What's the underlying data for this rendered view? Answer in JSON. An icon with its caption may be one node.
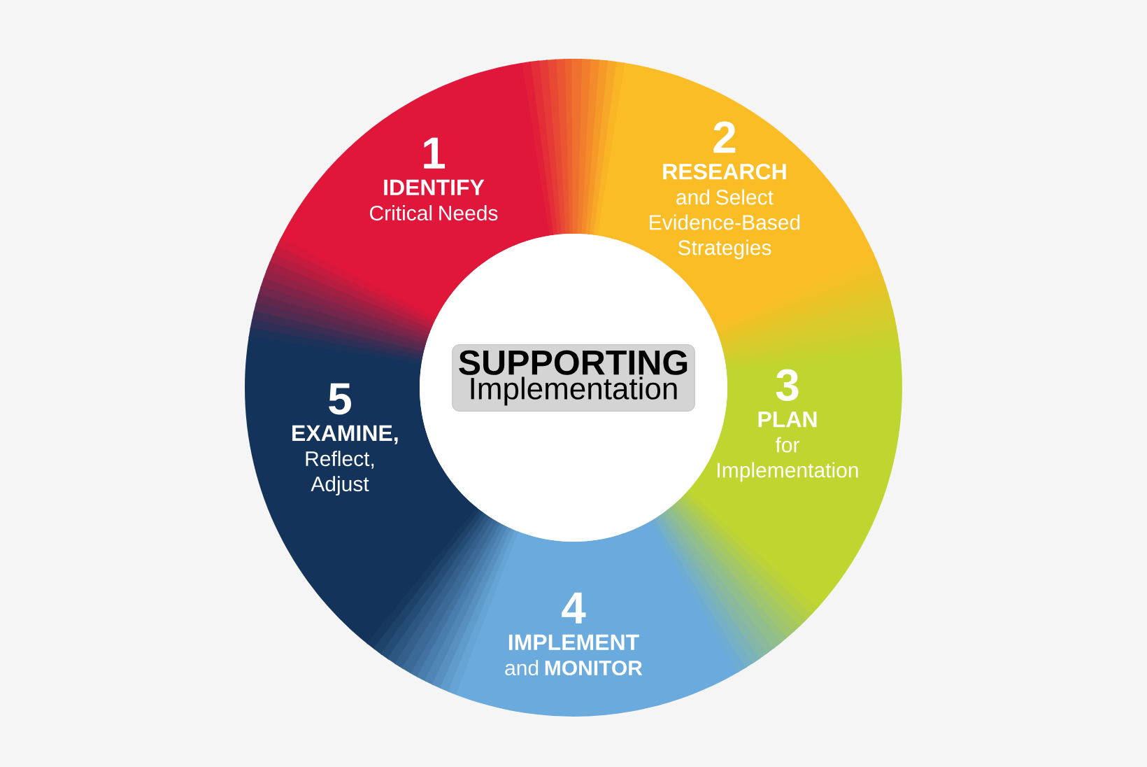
{
  "diagram": {
    "nodes": [
      {
        "text": [
          "1",
          "IDENTIFY",
          "Critical Needs"
        ]
      },
      {
        "text": [
          "2",
          "RESEARCH",
          "and Select Evidence-Based Strategies"
        ]
      },
      {
        "text": [
          "3",
          "PLAN",
          "for Implementation"
        ]
      },
      {
        "text": [
          "4",
          "IMPLEMENT",
          "and **MONITOR**"
        ]
      },
      {
        "text": [
          "5",
          "**EXAMINE**,",
          "Reflect, Adjust"
        ]
      },
      {
        "text": [
          "SUPPORTING",
          "Implementation"
        ]
      }
    ],
    "edges": []
  }
}
